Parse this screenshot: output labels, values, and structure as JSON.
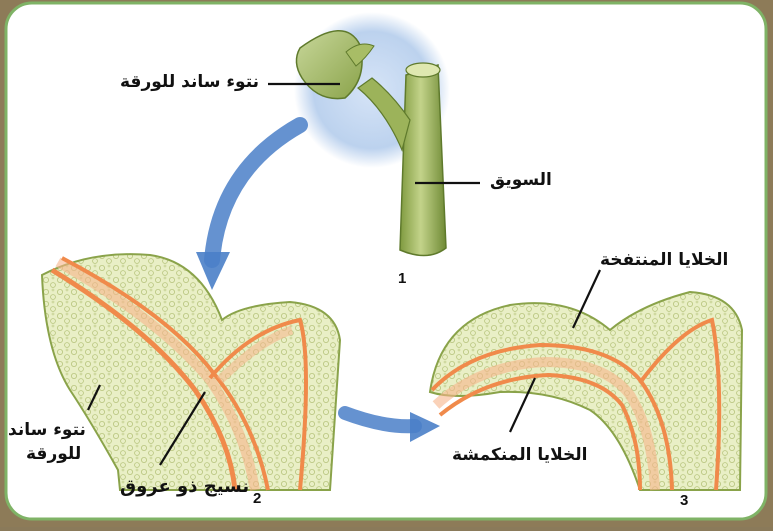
{
  "labels": {
    "petiole_top": "نتوء ساند للورقة",
    "stem": "السويق",
    "swollen_cells": "الخلايا المنتفخة",
    "petiole_left_line1": "نتوء ساند",
    "petiole_left_line2": "للورقة",
    "vascular_tissue": "نسيج ذو عروق",
    "shrunken_cells": "الخلايا المنكمشة"
  },
  "stages": {
    "one": "1",
    "two": "2",
    "three": "3"
  },
  "colors": {
    "panel": "#ffffff",
    "frame_border": "#7fb366",
    "plant_green": "#a7bd6a",
    "tissue_fill": "#e8edc4",
    "vein_orange": "#f08a4b",
    "arrow_blue": "#4a7fc8",
    "halo_blue": "#bcd2ee"
  }
}
